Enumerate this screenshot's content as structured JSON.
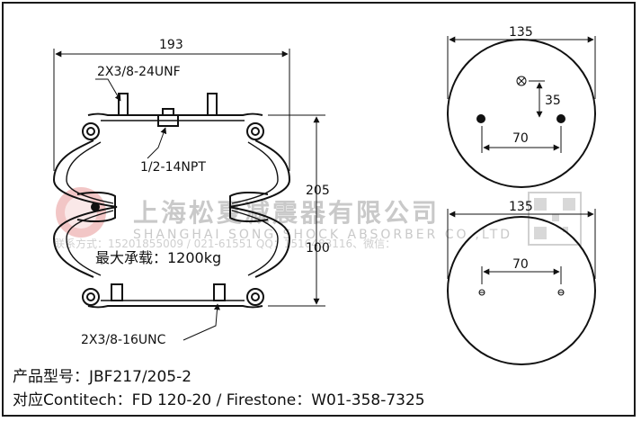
{
  "drawing": {
    "width_top": "193",
    "height_total": "205",
    "height_min": "100",
    "thread_top": "2X3/8-24UNF",
    "air_port": "1/2-14NPT",
    "thread_bottom": "2X3/8-16UNC",
    "load_text": "最大承载：1200kg"
  },
  "top_view": {
    "diameter": "135",
    "spacing": "70",
    "offset": "35"
  },
  "bottom_view": {
    "diameter": "135",
    "spacing": "70"
  },
  "watermark": {
    "company_cn": "上海松夏减震器有限公司",
    "company_en": "SHANGHAI SONG SHOCK ABSORBER CO.,LTD",
    "contact": "联系方式：15201855009 / 021-61551  QQ：1516483116、微信："
  },
  "caption": {
    "model": "产品型号：JBF217/205-2",
    "cross_ref": "对应Contitech：FD 120-20 / Firestone：W01-358-7325"
  },
  "colors": {
    "line": "#111111",
    "watermark": "#c9c9c9",
    "watermark_red": "#e8a0a0"
  }
}
